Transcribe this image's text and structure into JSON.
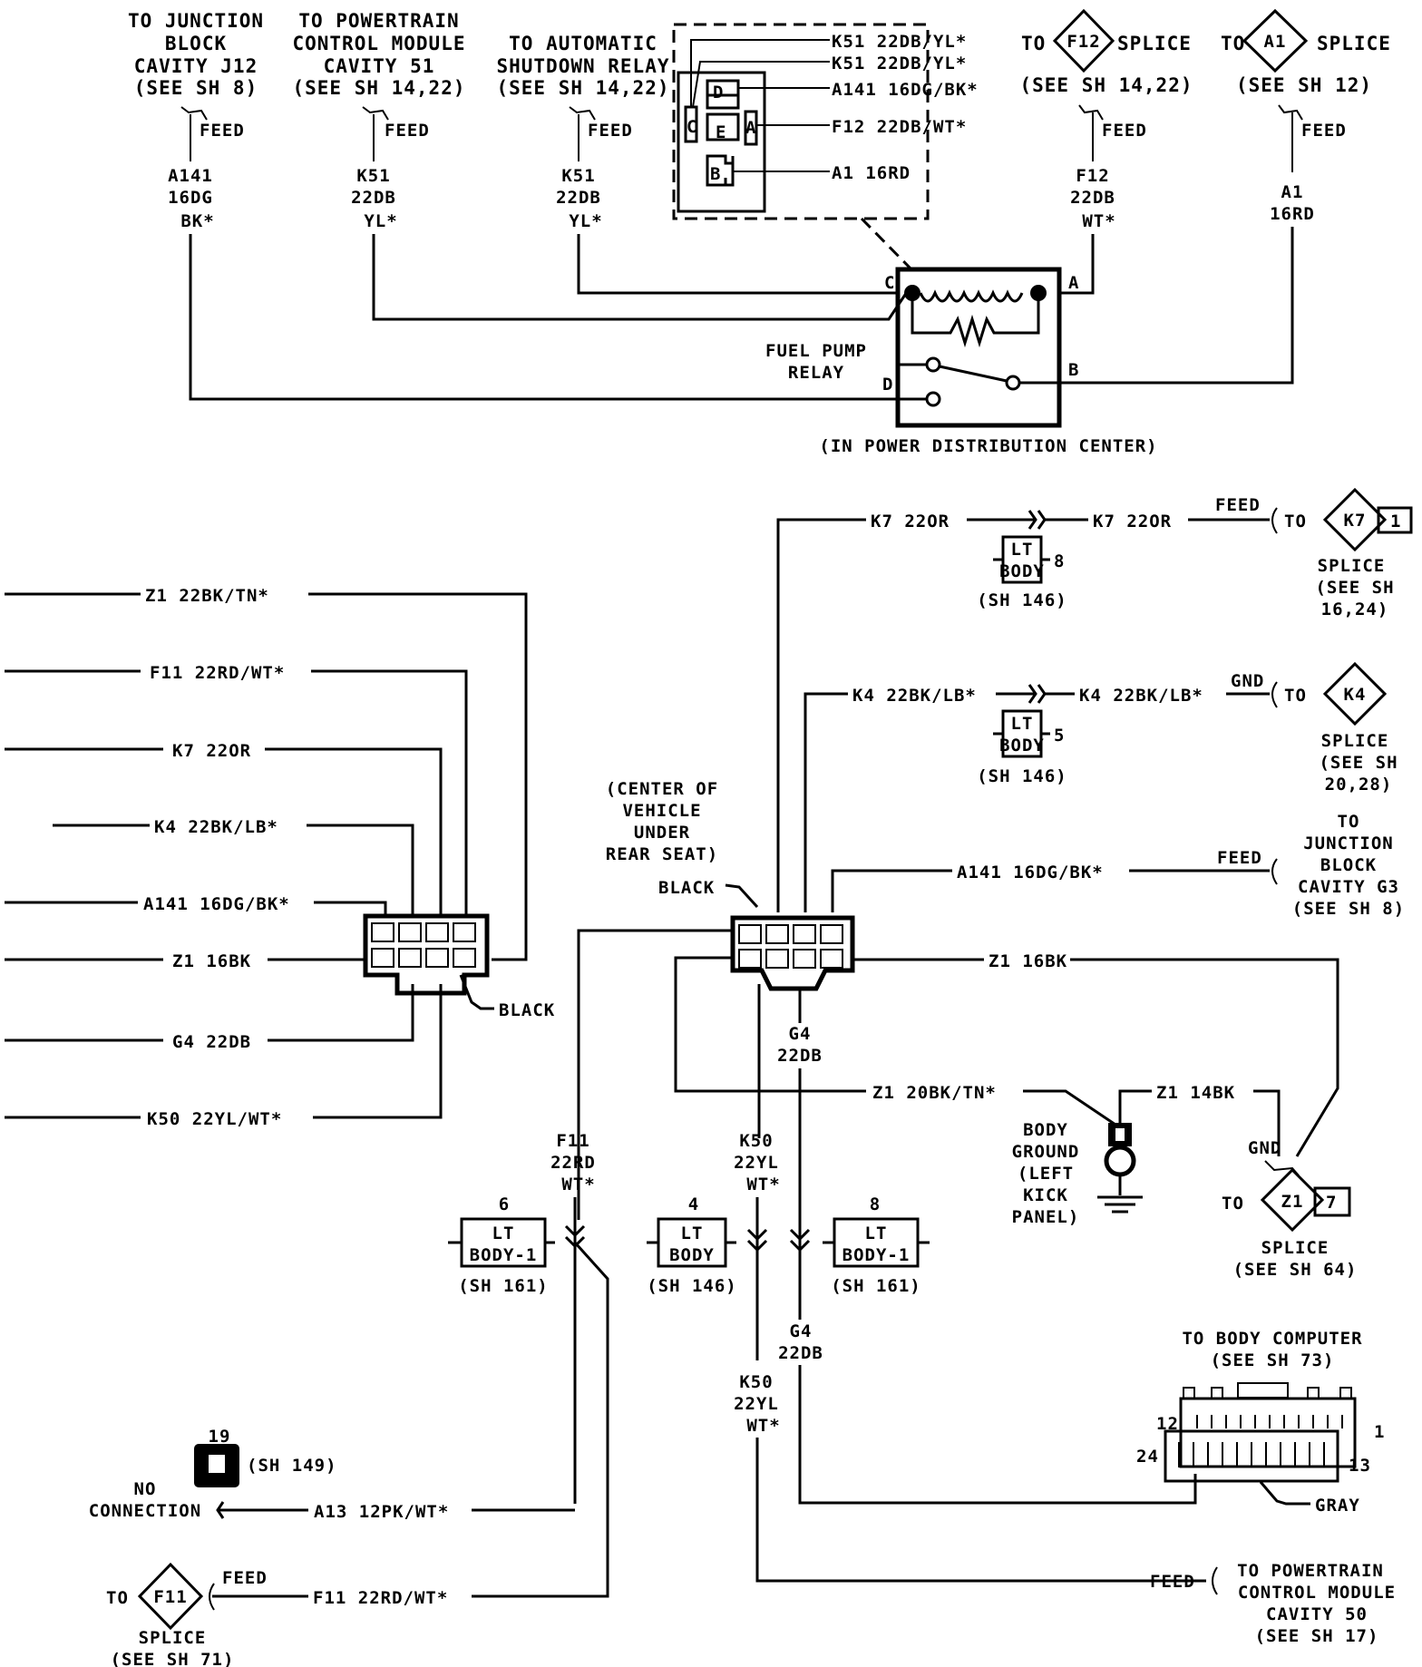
{
  "diagram": {
    "title": "Fuel Pump Relay / Body Wiring Schematic",
    "colors": {
      "ink": "#000000",
      "paper": "#ffffff"
    }
  },
  "top": {
    "feeds": [
      {
        "lines": [
          "TO JUNCTION",
          "BLOCK",
          "CAVITY J12",
          "(SEE SH 8)"
        ],
        "feed": "FEED",
        "wire": [
          "A141",
          "16DG",
          "BK*"
        ]
      },
      {
        "lines": [
          "TO POWERTRAIN",
          "CONTROL MODULE",
          "CAVITY 51",
          "(SEE SH 14,22)"
        ],
        "feed": "FEED",
        "wire": [
          "K51",
          "22DB",
          "YL*"
        ]
      },
      {
        "lines": [
          "TO AUTOMATIC",
          "SHUTDOWN RELAY",
          "(SEE SH 14,22)"
        ],
        "feed": "FEED",
        "wire": [
          "K51",
          "22DB",
          "YL*"
        ]
      },
      {
        "to": "TO",
        "splice_id": "F12",
        "splice": "SPLICE",
        "see": "(SEE SH 14,22)",
        "feed": "FEED",
        "wire": [
          "F12",
          "22DB",
          "WT*"
        ]
      },
      {
        "to": "TO",
        "splice_id": "A1",
        "splice": "SPLICE",
        "see": "(SEE SH 12)",
        "feed": "FEED",
        "wire": [
          "A1",
          "16RD"
        ]
      }
    ],
    "relay_view": {
      "pins": [
        "C",
        "D",
        "E",
        "A",
        "B"
      ],
      "wires": [
        "K51 22DB/YL*",
        "K51 22DB/YL*",
        "A141 16DG/BK*",
        "F12 22DB/WT*",
        "A1 16RD"
      ]
    },
    "relay": {
      "name": [
        "FUEL PUMP",
        "RELAY"
      ],
      "location": "(IN POWER DISTRIBUTION CENTER)",
      "terminals": {
        "c": "C",
        "a": "A",
        "d": "D",
        "b": "B"
      }
    }
  },
  "left_connector": {
    "wires": [
      "Z1 22BK/TN*",
      "F11 22RD/WT*",
      "K7 22OR",
      "K4 22BK/LB*",
      "A141 16DG/BK*",
      "Z1 16BK",
      "G4 22DB",
      "K50 22YL/WT*"
    ],
    "color_label": "BLACK"
  },
  "center_connector": {
    "location": [
      "(CENTER OF",
      "VEHICLE",
      "UNDER",
      "REAR SEAT)"
    ],
    "color_label": "BLACK",
    "k7": {
      "wire_a": "K7 22OR",
      "wire_b": "K7 22OR",
      "feed": "FEED",
      "to": "TO",
      "splice_id": "K7",
      "splice_pin": "1",
      "splice": [
        "SPLICE",
        "(SEE SH",
        "16,24)"
      ],
      "conn": [
        "LT",
        "BODY"
      ],
      "conn_pin": "8",
      "conn_sheet": "(SH 146)"
    },
    "k4": {
      "wire_a": "K4 22BK/LB*",
      "wire_b": "K4 22BK/LB*",
      "gnd": "GND",
      "to": "TO",
      "splice_id": "K4",
      "splice": [
        "SPLICE",
        "(SEE SH",
        "20,28)"
      ],
      "conn": [
        "LT",
        "BODY"
      ],
      "conn_pin": "5",
      "conn_sheet": "(SH 146)"
    },
    "a141": {
      "wire": "A141 16DG/BK*",
      "feed": "FEED",
      "dest": [
        "TO",
        "JUNCTION",
        "BLOCK",
        "CAVITY G3",
        "(SEE SH 8)"
      ]
    },
    "z1_16": "Z1 16BK",
    "g4": [
      "G4",
      "22DB"
    ],
    "z1_20": "Z1 20BK/TN*",
    "z1_14": "Z1 14BK",
    "ground": [
      "BODY",
      "GROUND",
      "(LEFT",
      "KICK",
      "PANEL)"
    ],
    "z1_splice": {
      "gnd": "GND",
      "to": "TO",
      "splice_id": "Z1",
      "splice_pin": "7",
      "splice": [
        "SPLICE",
        "(SEE SH 64)"
      ]
    }
  },
  "lower": {
    "f11": {
      "wire": [
        "F11",
        "22RD",
        "WT*"
      ],
      "pin": "6",
      "conn": [
        "LT",
        "BODY-1"
      ],
      "sheet": "(SH 161)"
    },
    "k50_conn": {
      "pin": "4",
      "conn": [
        "LT",
        "BODY"
      ],
      "sheet": "(SH 146)",
      "wire": [
        "K50",
        "22YL",
        "WT*"
      ]
    },
    "g4_conn": {
      "pin": "8",
      "conn": [
        "LT",
        "BODY-1"
      ],
      "sheet": "(SH 161)",
      "wire": [
        "G4",
        "22DB"
      ]
    },
    "k50_low": [
      "K50",
      "22YL",
      "WT*"
    ],
    "body_computer": {
      "title": [
        "TO BODY COMPUTER",
        "(SEE SH 73)"
      ],
      "pins": {
        "p12": "12",
        "p1": "1",
        "p24": "24",
        "p13": "13"
      },
      "color": "GRAY"
    },
    "a13": {
      "pin": "19",
      "sheet": "(SH 149)",
      "nc": [
        "NO",
        "CONNECTION"
      ],
      "wire": "A13 12PK/WT*"
    },
    "f11_splice": {
      "to": "TO",
      "splice_id": "F11",
      "feed": "FEED",
      "wire": "F11 22RD/WT*",
      "splice": [
        "SPLICE",
        "(SEE SH 71)"
      ]
    },
    "pcm": {
      "feed": "FEED",
      "dest": [
        "TO POWERTRAIN",
        "CONTROL MODULE",
        "CAVITY 50",
        "(SEE SH 17)"
      ]
    }
  }
}
